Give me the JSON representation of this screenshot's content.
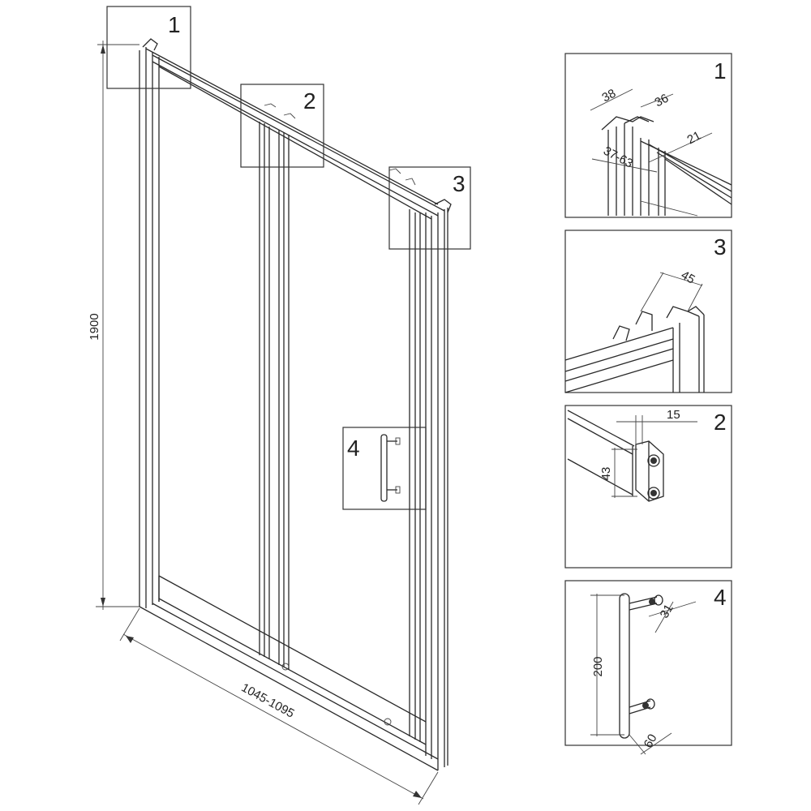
{
  "main_drawing": {
    "height_dimension": "1900",
    "width_dimension": "1045-1095",
    "callouts": [
      "1",
      "2",
      "3",
      "4"
    ]
  },
  "details": {
    "d1": {
      "number": "1",
      "dims": [
        "38",
        "36",
        "21",
        "37-63"
      ]
    },
    "d3": {
      "number": "3",
      "dims": [
        "45"
      ]
    },
    "d2": {
      "number": "2",
      "dims": [
        "15",
        "43"
      ]
    },
    "d4": {
      "number": "4",
      "dims": [
        "200",
        "31",
        "60"
      ]
    }
  }
}
